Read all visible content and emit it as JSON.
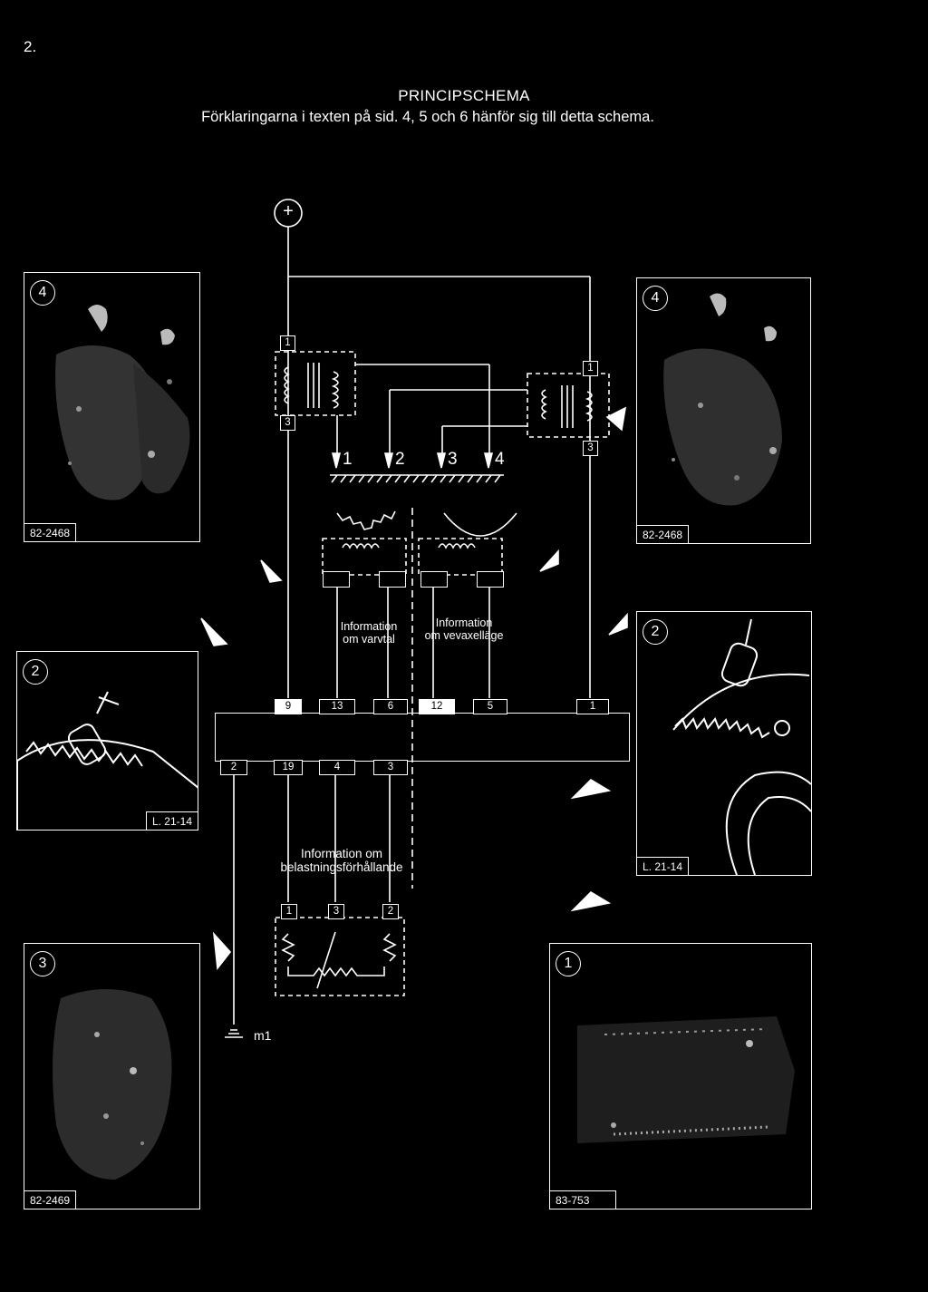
{
  "page": {
    "number": "2."
  },
  "header": {
    "title": "PRINCIPSCHEMA",
    "subtitle": "Förklaringarna i texten på sid. 4, 5 och 6 hänför sig till detta schema."
  },
  "supply": {
    "symbol": "+"
  },
  "panels": {
    "top_left": {
      "number": "4",
      "ref": "82-2468"
    },
    "top_right": {
      "number": "4",
      "ref": "82-2468"
    },
    "mid_left": {
      "number": "2",
      "ref": "L. 21-14"
    },
    "mid_right": {
      "number": "2",
      "ref": "L. 21-14"
    },
    "bottom_left": {
      "number": "3",
      "ref": "82-2469"
    },
    "bottom_right": {
      "number": "1",
      "ref": "83-753"
    }
  },
  "coils": {
    "left_pins": [
      "1",
      "3"
    ],
    "right_pins": [
      "1",
      "3"
    ]
  },
  "spark_outputs": [
    "1",
    "2",
    "3",
    "4"
  ],
  "sensors": {
    "speed": {
      "line1": "Information",
      "line2": "om varvtal"
    },
    "crank": {
      "line1": "Information",
      "line2": "om vevaxelläge"
    }
  },
  "ecu": {
    "top_pins": [
      "9",
      "13",
      "6",
      "12",
      "5",
      "1"
    ],
    "bottom_pins": [
      "2",
      "19",
      "4",
      "3"
    ]
  },
  "load_sensor": {
    "line1": "Information om",
    "line2": "belastningsförhållande",
    "pins": [
      "1",
      "3",
      "2"
    ]
  },
  "ground": {
    "label": "m1"
  },
  "colors": {
    "background": "#000000",
    "lines": "#ffffff"
  }
}
